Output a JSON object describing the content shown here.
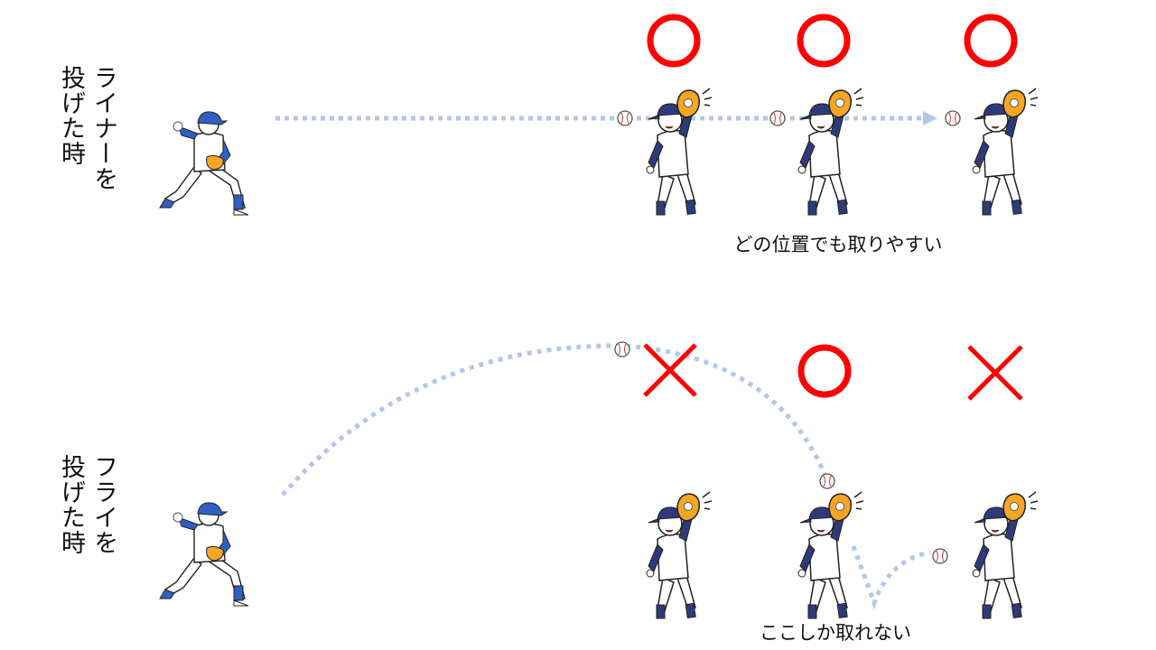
{
  "rows": [
    {
      "label_lines": [
        "ライナーを",
        "投げた時"
      ],
      "caption": "どの位置でも取りやすい",
      "marks": [
        "circle",
        "circle",
        "circle"
      ]
    },
    {
      "label_lines": [
        "フライを",
        "投げた時"
      ],
      "caption": "ここしか取れない",
      "marks": [
        "cross",
        "circle",
        "cross"
      ]
    }
  ],
  "colors": {
    "mark_red": "#ff0000",
    "trajectory": "#b4c7e7",
    "uniform_blue": "#2f5fc4",
    "cap_navy": "#2e3a7a",
    "glove": "#f5a623"
  }
}
